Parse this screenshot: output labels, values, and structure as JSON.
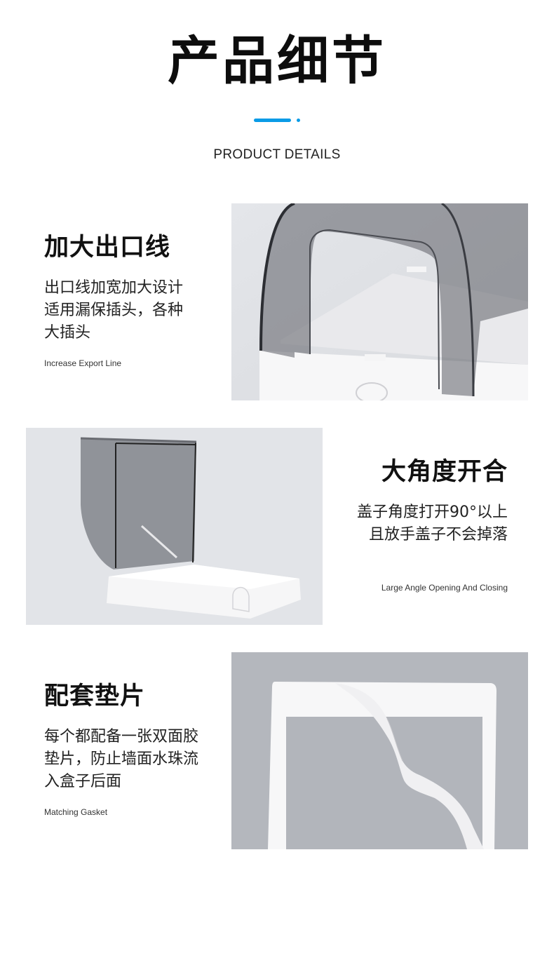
{
  "header": {
    "title": "产品细节",
    "subtitle": "PRODUCT DETAILS",
    "accent_color": "#0a9be6"
  },
  "sections": [
    {
      "title": "加大出口线",
      "description_lines": [
        "出口线加宽加大设计",
        "适用漏保插头，各种",
        "大插头"
      ],
      "english": "Increase Export Line",
      "image": "waterproof-box-cover-closeup"
    },
    {
      "title": "大角度开合",
      "description_lines": [
        "盖子角度打开90°以上",
        "且放手盖子不会掉落"
      ],
      "english": "Large Angle Opening And Closing",
      "image": "waterproof-box-lid-open"
    },
    {
      "title": "配套垫片",
      "description_lines": [
        "每个都配备一张双面胶",
        "垫片，防止墙面水珠流",
        "入盒子后面"
      ],
      "english": "Matching Gasket",
      "image": "adhesive-gasket-peeling"
    }
  ]
}
